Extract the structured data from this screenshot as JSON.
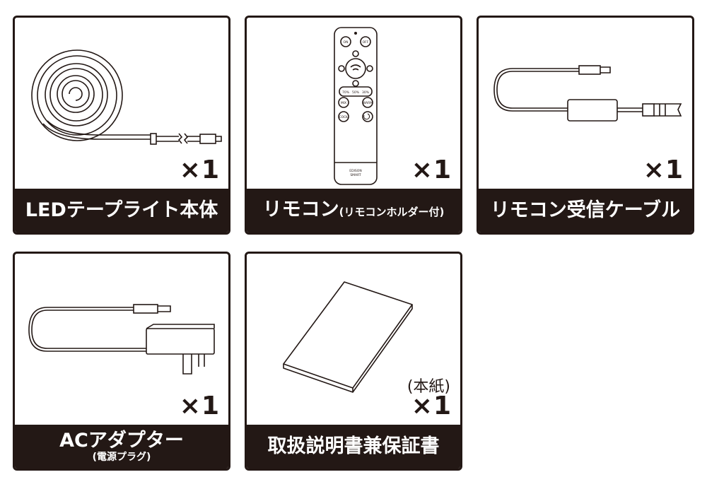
{
  "items": [
    {
      "label": "LEDテープライト本体",
      "qty": "×1"
    },
    {
      "label": "リモコン",
      "label_small": "(リモコンホルダー付)",
      "qty": "×1",
      "remote": {
        "on": "ON",
        "off": "OFF",
        "p70": "70%",
        "p50": "50%",
        "p30": "30%",
        "mix": "MIX",
        "warm": "WARM",
        "cool": "COOL",
        "brand1": "EDISON",
        "brand2": "SMART"
      }
    },
    {
      "label": "リモコン受信ケーブル",
      "qty": "×1"
    },
    {
      "label": "ACアダプター",
      "label_sub": "(電源プラグ)",
      "qty": "×1"
    },
    {
      "label": "取扱説明書兼保証書",
      "qty": "×1",
      "note": "(本紙)"
    }
  ]
}
